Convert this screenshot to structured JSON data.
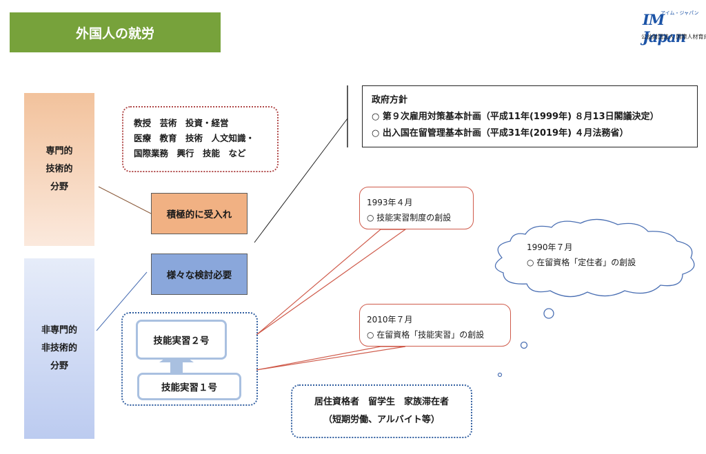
{
  "title": "外国人の就労",
  "logo": {
    "brand": "IM Japan",
    "ruby": "アイム・ジャパン",
    "org": "公益財団法人 国際人材育成機構"
  },
  "specialized_side": {
    "label": "専門的\n技術的\n分野"
  },
  "nonspecialized_side": {
    "label": "非専門的\n非技術的\n分野"
  },
  "fields": {
    "lines": [
      "教授　芸術　投資・経営",
      "医療　教育　技術　人文知識・",
      "国際業務　興行　技能　など"
    ]
  },
  "accept_label": "積極的に受入れ",
  "review_label": "様々な検討必要",
  "policy": {
    "heading": "政府方針",
    "items": [
      "○ 第９次雇用対策基本計画（平成11年(1999年) ８月13日閣議決定）",
      "○ 出入国在留管理基本計画（平成31年(2019年) ４月法務省）"
    ]
  },
  "callout_1993": {
    "date": "1993年４月",
    "text": "○ 技能実習制度の創設"
  },
  "callout_1990": {
    "date": "1990年７月",
    "text": "○ 在留資格「定住者」の創設"
  },
  "callout_2010": {
    "date": "2010年７月",
    "text": "○ 在留資格「技能実習」の創設"
  },
  "trainee_2": "技能実習２号",
  "trainee_1": "技能実習１号",
  "residents": {
    "line1": "居住資格者　留学生　家族滞在者",
    "line2": "（短期労働、アルバイト等）"
  },
  "colors": {
    "title_bg": "#77a23b",
    "accept": "#f1b183",
    "review": "#8aa7db",
    "callout_border": "#cf5a4a",
    "cloud_border": "#4a6fb3"
  }
}
